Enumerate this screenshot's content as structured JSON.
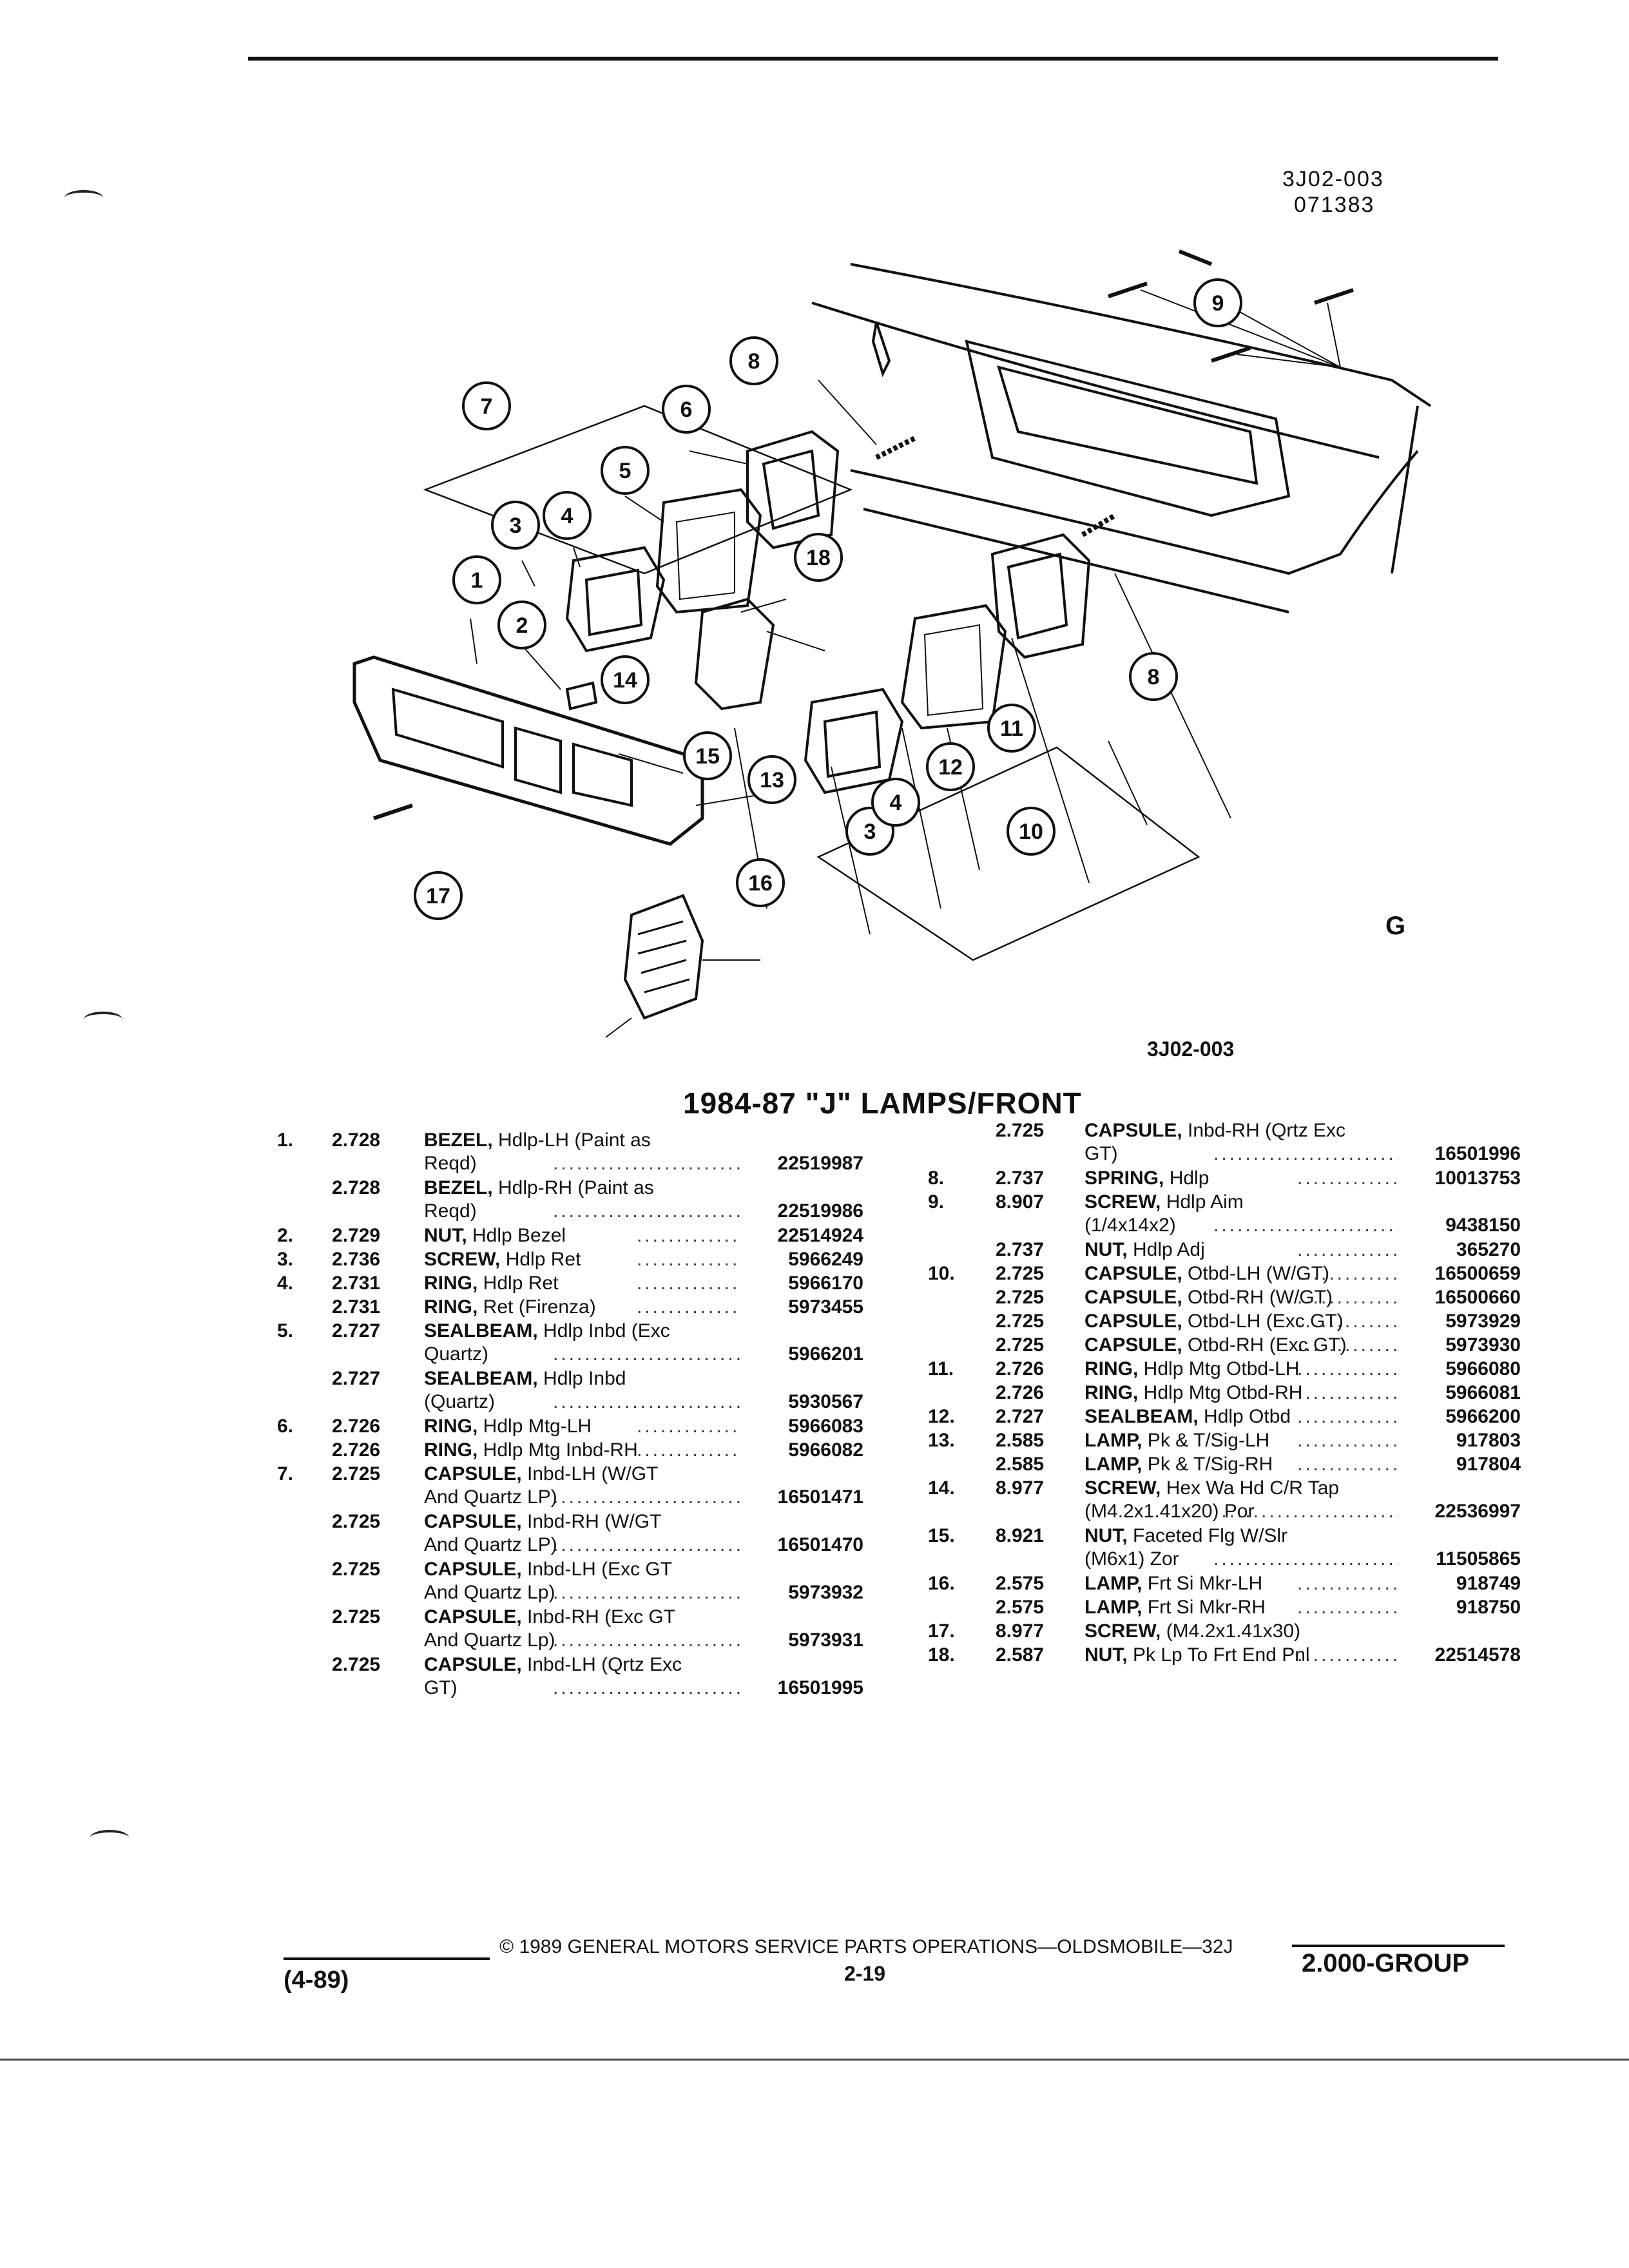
{
  "figure_id": {
    "line1": "3J02-003",
    "line2": "071383"
  },
  "figure_caption": "3J02-003",
  "gm_mark": "G",
  "callouts": [
    "1",
    "2",
    "3",
    "4",
    "5",
    "6",
    "7",
    "8",
    "9",
    "10",
    "11",
    "12",
    "13",
    "14",
    "15",
    "16",
    "17",
    "18"
  ],
  "title": "1984-87 \"J\" LAMPS/FRONT",
  "left_column": [
    {
      "item": "1.",
      "code": "2.728",
      "desc_bold": "BEZEL,",
      "desc": " Hdlp-LH (Paint as",
      "desc2": "Reqd)",
      "part": "22519987"
    },
    {
      "item": "",
      "code": "2.728",
      "desc_bold": "BEZEL,",
      "desc": " Hdlp-RH (Paint as",
      "desc2": "Reqd)",
      "part": "22519986"
    },
    {
      "item": "2.",
      "code": "2.729",
      "desc_bold": "NUT,",
      "desc": " Hdlp Bezel",
      "desc2": "",
      "part": "22514924"
    },
    {
      "item": "3.",
      "code": "2.736",
      "desc_bold": "SCREW,",
      "desc": " Hdlp Ret",
      "desc2": "",
      "part": "5966249"
    },
    {
      "item": "4.",
      "code": "2.731",
      "desc_bold": "RING,",
      "desc": " Hdlp Ret",
      "desc2": "",
      "part": "5966170"
    },
    {
      "item": "",
      "code": "2.731",
      "desc_bold": "RING,",
      "desc": " Ret (Firenza)",
      "desc2": "",
      "part": "5973455"
    },
    {
      "item": "5.",
      "code": "2.727",
      "desc_bold": "SEALBEAM,",
      "desc": " Hdlp Inbd (Exc",
      "desc2": "Quartz)",
      "part": "5966201"
    },
    {
      "item": "",
      "code": "2.727",
      "desc_bold": "SEALBEAM,",
      "desc": " Hdlp Inbd",
      "desc2": "(Quartz)",
      "part": "5930567"
    },
    {
      "item": "6.",
      "code": "2.726",
      "desc_bold": "RING,",
      "desc": " Hdlp Mtg-LH",
      "desc2": "",
      "part": "5966083"
    },
    {
      "item": "",
      "code": "2.726",
      "desc_bold": "RING,",
      "desc": " Hdlp Mtg Inbd-RH",
      "desc2": "",
      "part": "5966082"
    },
    {
      "item": "7.",
      "code": "2.725",
      "desc_bold": "CAPSULE,",
      "desc": " Inbd-LH (W/GT",
      "desc2": "And Quartz LP)",
      "part": "16501471"
    },
    {
      "item": "",
      "code": "2.725",
      "desc_bold": "CAPSULE,",
      "desc": " Inbd-RH (W/GT",
      "desc2": "And Quartz LP)",
      "part": "16501470"
    },
    {
      "item": "",
      "code": "2.725",
      "desc_bold": "CAPSULE,",
      "desc": " Inbd-LH (Exc GT",
      "desc2": "And Quartz Lp)",
      "part": "5973932"
    },
    {
      "item": "",
      "code": "2.725",
      "desc_bold": "CAPSULE,",
      "desc": " Inbd-RH (Exc GT",
      "desc2": "And Quartz Lp)",
      "part": "5973931"
    },
    {
      "item": "",
      "code": "2.725",
      "desc_bold": "CAPSULE,",
      "desc": " Inbd-LH (Qrtz Exc",
      "desc2": "GT)",
      "part": "16501995"
    }
  ],
  "right_column": [
    {
      "item": "",
      "code": "2.725",
      "desc_bold": "CAPSULE,",
      "desc": " Inbd-RH (Qrtz Exc",
      "desc2": "GT)",
      "part": "16501996"
    },
    {
      "item": "8.",
      "code": "2.737",
      "desc_bold": "SPRING,",
      "desc": " Hdlp",
      "desc2": "",
      "part": "10013753"
    },
    {
      "item": "9.",
      "code": "8.907",
      "desc_bold": "SCREW,",
      "desc": " Hdlp Aim",
      "desc2": "(1/4x14x2)",
      "part": "9438150"
    },
    {
      "item": "",
      "code": "2.737",
      "desc_bold": "NUT,",
      "desc": " Hdlp Adj",
      "desc2": "",
      "part": "365270"
    },
    {
      "item": "10.",
      "code": "2.725",
      "desc_bold": "CAPSULE,",
      "desc": " Otbd-LH (W/GT)",
      "desc2": "",
      "part": "16500659"
    },
    {
      "item": "",
      "code": "2.725",
      "desc_bold": "CAPSULE,",
      "desc": " Otbd-RH (W/GT)",
      "desc2": "",
      "part": "16500660"
    },
    {
      "item": "",
      "code": "2.725",
      "desc_bold": "CAPSULE,",
      "desc": " Otbd-LH (Exc GT)",
      "desc2": "",
      "part": "5973929"
    },
    {
      "item": "",
      "code": "2.725",
      "desc_bold": "CAPSULE,",
      "desc": " Otbd-RH (Exc GT)",
      "desc2": "",
      "part": "5973930"
    },
    {
      "item": "11.",
      "code": "2.726",
      "desc_bold": "RING,",
      "desc": " Hdlp Mtg Otbd-LH",
      "desc2": "",
      "part": "5966080"
    },
    {
      "item": "",
      "code": "2.726",
      "desc_bold": "RING,",
      "desc": " Hdlp Mtg Otbd-RH",
      "desc2": "",
      "part": "5966081"
    },
    {
      "item": "12.",
      "code": "2.727",
      "desc_bold": "SEALBEAM,",
      "desc": " Hdlp Otbd",
      "desc2": "",
      "part": "5966200"
    },
    {
      "item": "13.",
      "code": "2.585",
      "desc_bold": "LAMP,",
      "desc": " Pk & T/Sig-LH",
      "desc2": "",
      "part": "917803"
    },
    {
      "item": "",
      "code": "2.585",
      "desc_bold": "LAMP,",
      "desc": " Pk & T/Sig-RH",
      "desc2": "",
      "part": "917804"
    },
    {
      "item": "14.",
      "code": "8.977",
      "desc_bold": "SCREW,",
      "desc": " Hex Wa Hd C/R Tap",
      "desc2": "(M4.2x1.41x20) Por",
      "part": "22536997"
    },
    {
      "item": "15.",
      "code": "8.921",
      "desc_bold": "NUT,",
      "desc": " Faceted Flg W/Slr",
      "desc2": "(M6x1) Zor",
      "part": "11505865"
    },
    {
      "item": "16.",
      "code": "2.575",
      "desc_bold": "LAMP,",
      "desc": " Frt Si Mkr-LH",
      "desc2": "",
      "part": "918749"
    },
    {
      "item": "",
      "code": "2.575",
      "desc_bold": "LAMP,",
      "desc": " Frt Si Mkr-RH",
      "desc2": "",
      "part": "918750"
    },
    {
      "item": "17.",
      "code": "8.977",
      "desc_bold": "SCREW,",
      "desc": " (M4.2x1.41x30)",
      "desc2": "",
      "part": ""
    },
    {
      "item": "18.",
      "code": "2.587",
      "desc_bold": "NUT,",
      "desc": " Pk Lp To Frt End Pnl",
      "desc2": "",
      "part": "22514578"
    }
  ],
  "footer": {
    "copyright": "© 1989 GENERAL MOTORS SERVICE PARTS OPERATIONS—OLDSMOBILE—32J",
    "page": "2-19",
    "date": "(4-89)",
    "group": "2.000-GROUP"
  }
}
